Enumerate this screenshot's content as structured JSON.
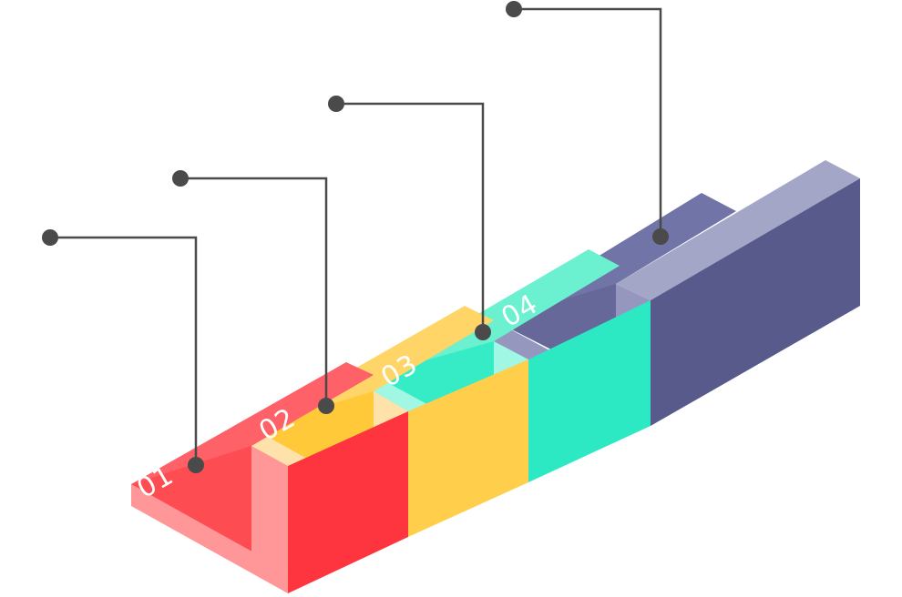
{
  "steps": [
    {
      "number": "01",
      "colors": {
        "top": "#fe6167",
        "front": "#ff9697",
        "side": "#fe353e",
        "inner": "#fe4c53"
      }
    },
    {
      "number": "02",
      "colors": {
        "top": "#ffd568",
        "front": "#ffe2aa",
        "side": "#ffce4b",
        "inner": "#ffc93a"
      }
    },
    {
      "number": "03",
      "colors": {
        "top": "#6bf0d0",
        "front": "#a0f7e3",
        "side": "#2ce9c4",
        "inner": "#35ecc6"
      }
    },
    {
      "number": "04",
      "colors": {
        "top": "#7174a6",
        "front": "#9597bf",
        "side": "#585a8c",
        "inner": "#666899",
        "cap": "#a4a6c7"
      }
    }
  ],
  "connector_color": "#4a4a4a"
}
